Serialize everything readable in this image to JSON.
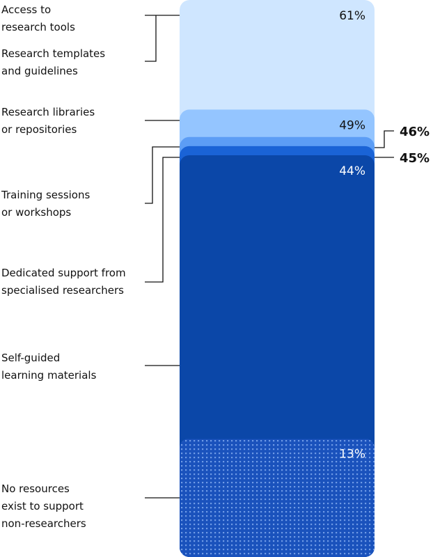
{
  "chart_data": {
    "type": "bar",
    "subtype": "overlapping-stacked-single-column",
    "ylim": [
      0,
      61
    ],
    "categories": [
      "Access to research tools",
      "Research templates and guidelines",
      "Research libraries or repositories",
      "Training sessions or workshops",
      "Dedicated support from specialised researchers",
      "Self-guided learning materials",
      "No resources exist to support non-researchers"
    ],
    "series": [
      {
        "name": "Access to research tools / Research templates and guidelines",
        "label_lines": [
          [
            "Access to",
            "research tools"
          ],
          [
            "Research templates",
            "and guidelines"
          ]
        ],
        "value": 61,
        "value_label": "61%",
        "color": "#cfe6ff",
        "text_color": "#111111",
        "label_position": "inside"
      },
      {
        "name": "Research libraries or repositories",
        "label_lines": [
          [
            "Research libraries",
            "or repositories"
          ]
        ],
        "value": 49,
        "value_label": "49%",
        "color": "#94c5ff",
        "text_color": "#111111",
        "label_position": "inside"
      },
      {
        "name": "Training sessions or workshops",
        "label_lines": [
          [
            "Training sessions",
            "or workshops"
          ]
        ],
        "value": 46,
        "value_label": "46%",
        "color": "#5c9df5",
        "text_color": "#111111",
        "label_position": "outside"
      },
      {
        "name": "Dedicated support from specialised researchers",
        "label_lines": [
          [
            "Dedicated support from",
            "specialised researchers"
          ]
        ],
        "value": 45,
        "value_label": "45%",
        "color": "#1a63d6",
        "text_color": "#111111",
        "label_position": "outside"
      },
      {
        "name": "Self-guided learning materials",
        "label_lines": [
          [
            "Self-guided",
            "learning materials"
          ]
        ],
        "value": 44,
        "value_label": "44%",
        "color": "#0b47a8",
        "text_color": "#ffffff",
        "label_position": "inside"
      },
      {
        "name": "No resources exist to support non-researchers",
        "label_lines": [
          [
            "No resources",
            "exist to support",
            "non-researchers"
          ]
        ],
        "value": 13,
        "value_label": "13%",
        "color": "#1a52bc",
        "text_color": "#ffffff",
        "label_position": "inside",
        "pattern": "dots"
      }
    ]
  }
}
